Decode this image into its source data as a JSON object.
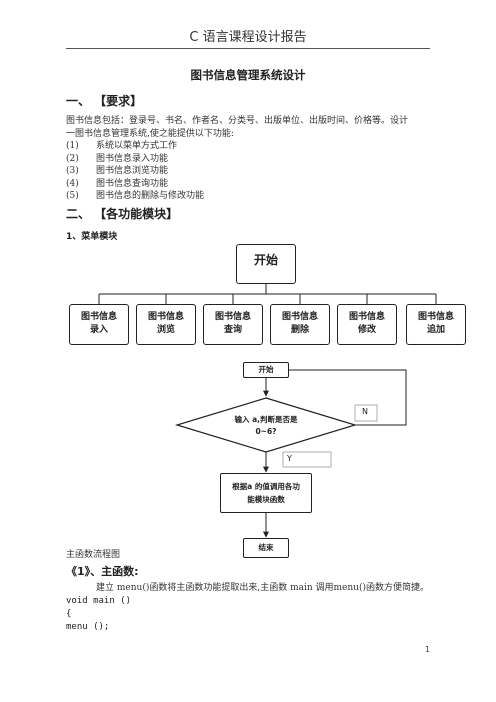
{
  "header": {
    "title": "C 语言课程设计报告"
  },
  "doc_title": "图书信息管理系统设计",
  "section1": {
    "heading": "一、  【要求】",
    "para_line1": "图书信息包括：登录号、书名、作者名、分类号、出版单位、出版时间、价格等。设计",
    "para_line2": "一图书信息管理系统,使之能提供以下功能:",
    "items": [
      {
        "num": "(1)",
        "text": "系统以菜单方式工作"
      },
      {
        "num": "(2)",
        "text": "图书信息录入功能"
      },
      {
        "num": "(3)",
        "text": "图书信息浏览功能"
      },
      {
        "num": "(4)",
        "text": "图书信息查询功能"
      },
      {
        "num": "(5)",
        "text": "图书信息的删除与修改功能"
      }
    ]
  },
  "section2": {
    "heading": "二、  【各功能模块】",
    "sub1": "1、菜单模块"
  },
  "menu_chart": {
    "start": "开始",
    "modules": [
      {
        "line1": "图书信息",
        "line2": "录入"
      },
      {
        "line1": "图书信息",
        "line2": "浏览"
      },
      {
        "line1": "图书信息",
        "line2": "查询"
      },
      {
        "line1": "图书信息",
        "line2": "删除"
      },
      {
        "line1": "图书信息",
        "line2": "修改"
      },
      {
        "line1": "图书信息",
        "line2": "追加"
      }
    ]
  },
  "main_flow": {
    "start": "开始",
    "decision_line1": "输入  a,判断是否是",
    "decision_line2": "0~6?",
    "no_label": "N",
    "yes_label": "Y",
    "process_line1": "根据a 的值调用各功",
    "process_line2": "能模块函数",
    "end": "结束"
  },
  "caption": "主函数流程图",
  "section3": {
    "heading": "《1》、主函数:",
    "para_prefix": "建立  ",
    "para_text": "menu()函数将主函数功能提取出来,主函数  main 调用menu()函数方便简捷。",
    "code": [
      "void main ()",
      "{",
      "   menu ();"
    ]
  },
  "page_number": "1"
}
